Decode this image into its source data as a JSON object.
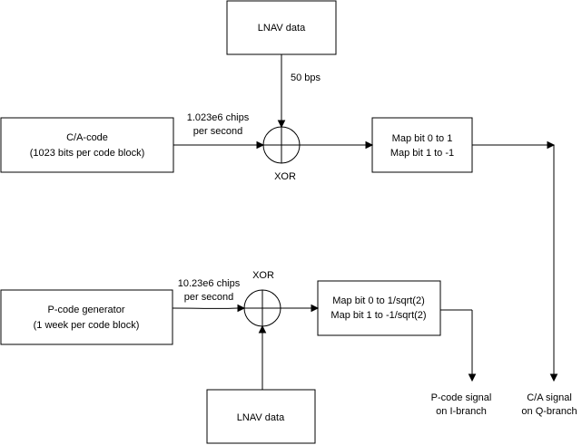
{
  "nodes": {
    "lnav_top": {
      "lines": [
        "LNAV data"
      ]
    },
    "ca_code": {
      "lines": [
        "C/A-code",
        "(1023 bits per code block)"
      ]
    },
    "map_ca": {
      "lines": [
        "Map bit 0 to 1",
        "Map bit 1 to -1"
      ]
    },
    "pcode_gen": {
      "lines": [
        "P-code generator",
        "(1 week per code block)"
      ]
    },
    "map_p": {
      "lines": [
        "Map bit 0 to 1/sqrt(2)",
        "Map bit 1 to -1/sqrt(2)"
      ]
    },
    "lnav_bottom": {
      "lines": [
        "LNAV data"
      ]
    },
    "xor_top": {
      "label": "XOR"
    },
    "xor_bottom": {
      "label": "XOR"
    }
  },
  "edges": {
    "ca_rate": {
      "lines": [
        "1.023e6 chips",
        "per second"
      ]
    },
    "lnav_rate": {
      "lines": [
        "50 bps"
      ]
    },
    "p_rate": {
      "lines": [
        "10.23e6 chips",
        "per second"
      ]
    }
  },
  "outputs": {
    "p_signal": {
      "lines": [
        "P-code signal",
        "on I-branch"
      ]
    },
    "ca_signal": {
      "lines": [
        "C/A signal",
        "on Q-branch"
      ]
    }
  }
}
